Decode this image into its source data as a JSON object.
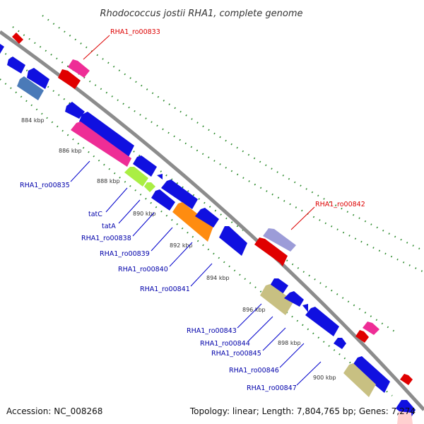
{
  "title": "Rhodococcus jostii RHA1, complete genome",
  "footer": {
    "accession": "Accession: NC_008268",
    "summary": "Topology: linear; Length: 7,804,765 bp; Genes: 7,274"
  },
  "colors": {
    "backbone": "#8c8c8c",
    "tick": "#2e8b2e",
    "forward_gene": "#1010e0",
    "highlight_label": "#dd0000",
    "label": "#0000aa"
  },
  "kbp_ticks": [
    "884 kbp",
    "886 kbp",
    "888 kbp",
    "890 kbp",
    "892 kbp",
    "894 kbp",
    "896 kbp",
    "898 kbp",
    "900 kbp"
  ],
  "gene_labels": {
    "ro00833": "RHA1_ro00833",
    "ro00835": "RHA1_ro00835",
    "tatC": "tatC",
    "tatA": "tatA",
    "ro00838": "RHA1_ro00838",
    "ro00839": "RHA1_ro00839",
    "ro00840": "RHA1_ro00840",
    "ro00841": "RHA1_ro00841",
    "ro00842": "RHA1_ro00842",
    "ro00843": "RHA1_ro00843",
    "ro00844": "RHA1_ro00844",
    "ro00845": "RHA1_ro00845",
    "ro00846": "RHA1_ro00846",
    "ro00847": "RHA1_ro00847"
  }
}
